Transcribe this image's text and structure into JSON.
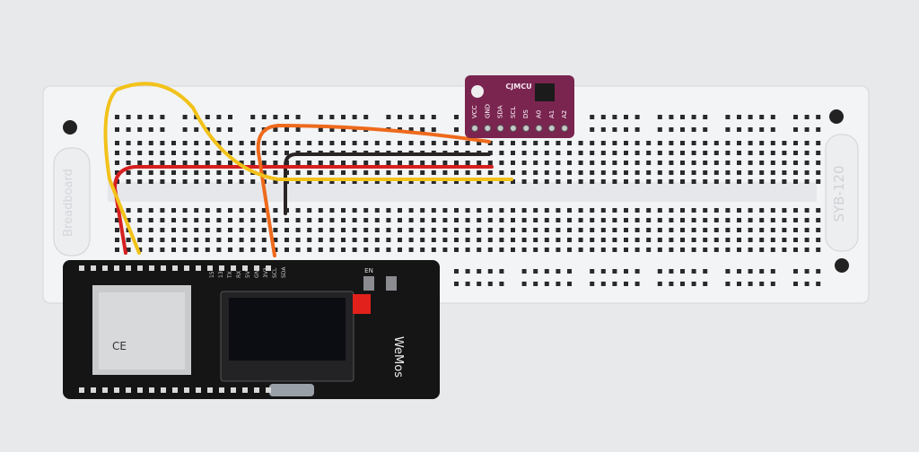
{
  "breadboard": {
    "model_label": "SYB-120",
    "side_label": "Breadboard"
  },
  "sensor": {
    "brand": "CJMCU",
    "pins": [
      "VCC",
      "GND",
      "SDA",
      "SCL",
      "DS",
      "A0",
      "A1",
      "A2"
    ]
  },
  "dev_board": {
    "brand": "WeMos",
    "button_label": "EN",
    "header_labels": [
      "SDA",
      "SCL",
      "3V3",
      "GND",
      "5V",
      "RX",
      "TX",
      "13",
      "15"
    ],
    "module_mark": "CE"
  },
  "colors": {
    "background": "#e9eaec",
    "board": "#f4f5f6",
    "hole": "#2a2a2c",
    "sensor_pcb": "#7a2450",
    "dev_pcb": "#151515",
    "wire_yellow": "#f2c21a",
    "wire_orange": "#ee6a1c",
    "wire_red": "#d61f1f",
    "wire_black": "#2a2424"
  }
}
